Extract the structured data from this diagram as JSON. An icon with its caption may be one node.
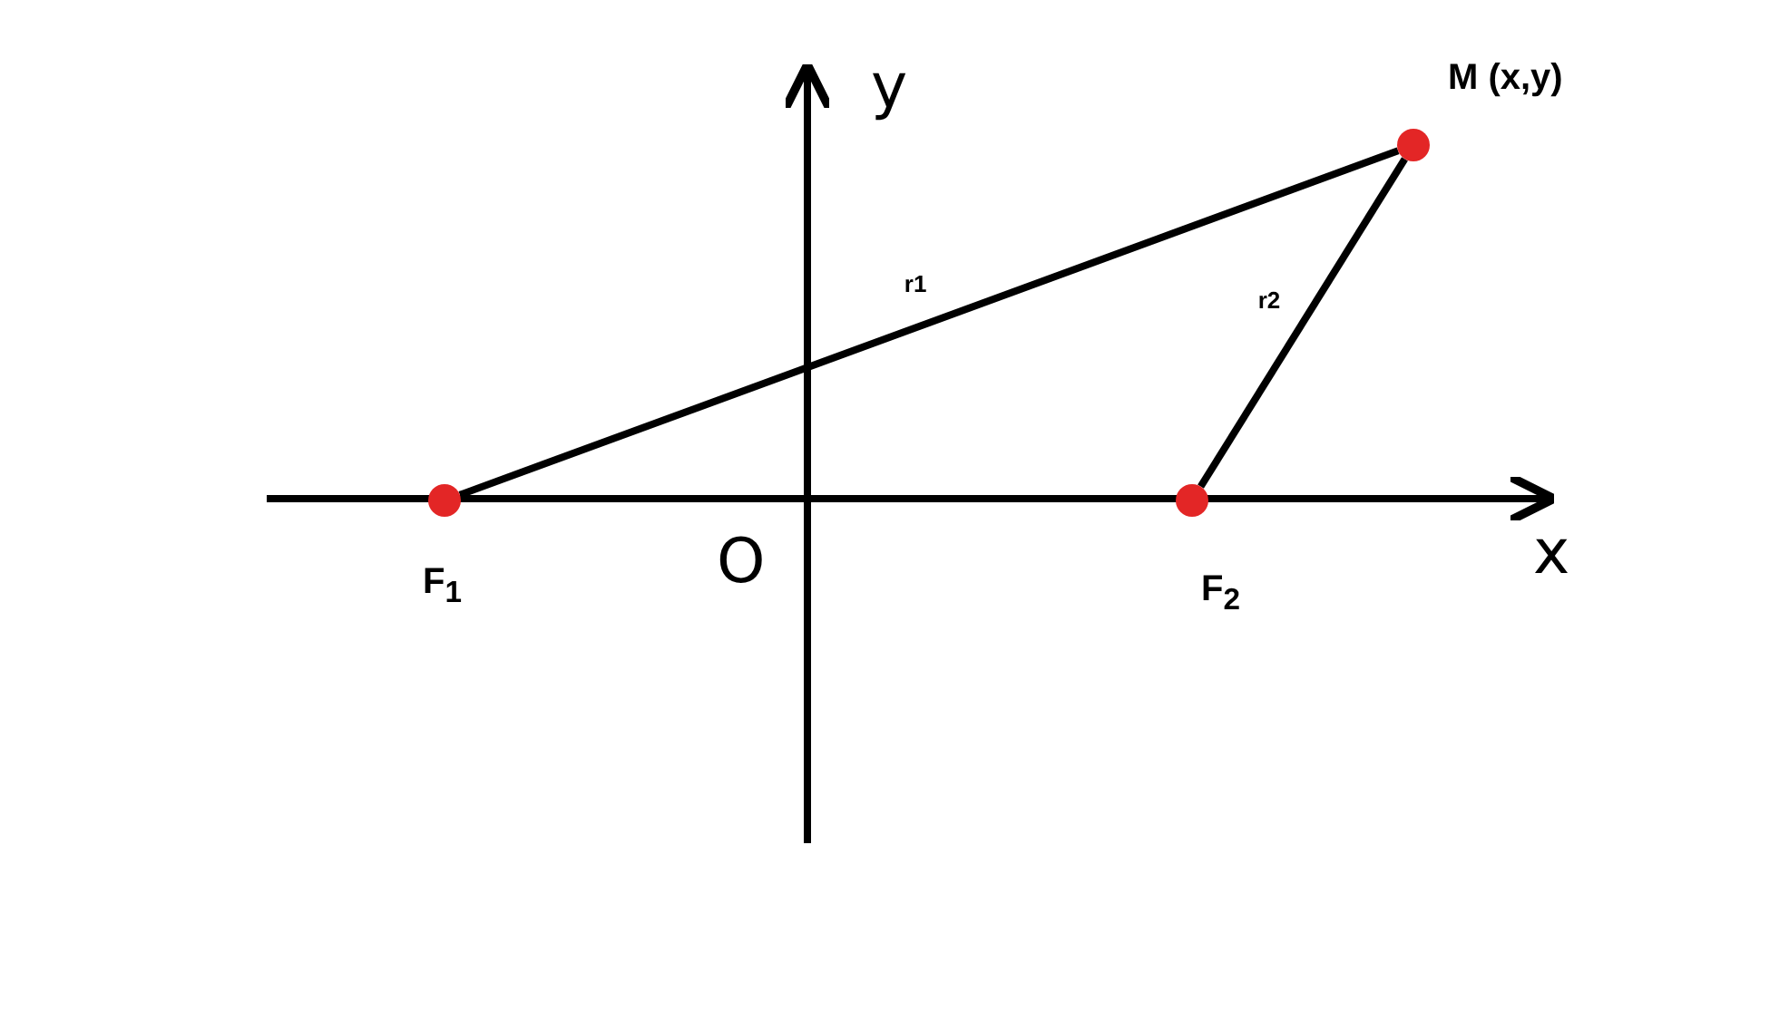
{
  "diagram": {
    "nodes": [
      {
        "text": [],
        "shape": "circle",
        "beside": [
          "M (x,y)"
        ]
      },
      {
        "text": [],
        "shape": "circle",
        "beside": [
          "F$_{1}$"
        ]
      },
      {
        "text": [],
        "shape": "circle",
        "beside": [
          "F$_{2}$"
        ]
      }
    ],
    "edges": [
      {
        "from": 1,
        "to": 0,
        "arrow": "none",
        "label": "r1"
      },
      {
        "from": 0,
        "to": 2,
        "arrow": "none",
        "label": "r2"
      }
    ],
    "labels": [
      "y",
      "O",
      "x"
    ]
  }
}
